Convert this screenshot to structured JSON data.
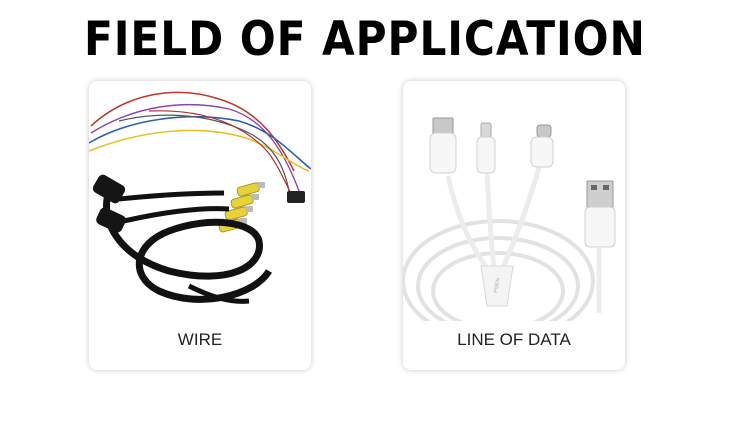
{
  "header": {
    "title": "FIELD OF APPLICATION"
  },
  "cards": [
    {
      "label": "WIRE",
      "image": "wire-harness-image"
    },
    {
      "label": "LINE OF DATA",
      "image": "usb-data-cable-image"
    }
  ],
  "cable_brand": "PISEN"
}
